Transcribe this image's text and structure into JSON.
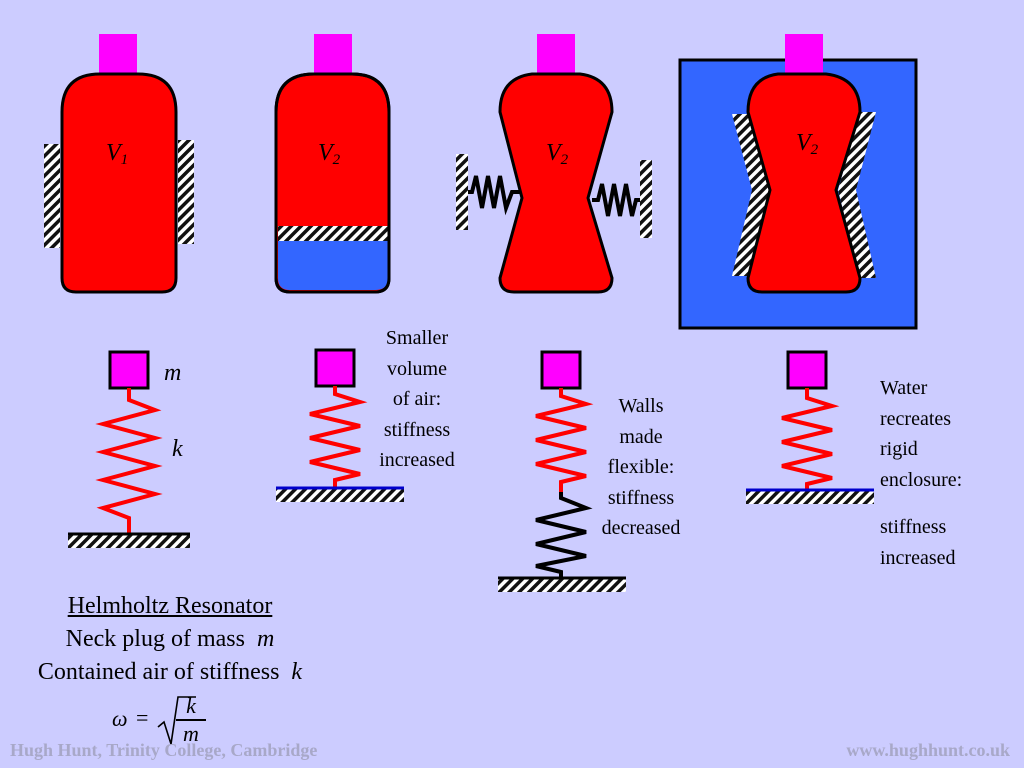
{
  "bottles": [
    {
      "label_main": "V",
      "label_sub": "1"
    },
    {
      "label_main": "V",
      "label_sub": "2"
    },
    {
      "label_main": "V",
      "label_sub": "2"
    },
    {
      "label_main": "V",
      "label_sub": "2"
    }
  ],
  "symbols": {
    "mass": "m",
    "stiffness": "k"
  },
  "captions": {
    "smaller_volume": [
      "Smaller",
      "volume",
      "of air:",
      "stiffness",
      "increased"
    ],
    "walls_flexible": [
      "Walls",
      "made",
      "flexible:",
      "stiffness",
      "decreased"
    ],
    "water_enclosure": [
      "Water",
      "recreates",
      "rigid",
      "enclosure:"
    ],
    "water_result": [
      "stiffness",
      "increased"
    ]
  },
  "summary": {
    "title": "Helmholtz Resonator",
    "line1_text": "Neck plug of mass",
    "line1_symbol": "m",
    "line2_text": "Contained air of stiffness",
    "line2_symbol": "k"
  },
  "formula": {
    "omega": "ω",
    "equals": "=",
    "numerator": "k",
    "denominator": "m"
  },
  "footer": {
    "left": "Hugh Hunt, Trinity College, Cambridge",
    "right": "www.hughhunt.co.uk"
  },
  "colors": {
    "background": "#ccccff",
    "bottle": "#ff0000",
    "neck": "#ff00ff",
    "water": "#3366ff",
    "spring_air": "#ff0000",
    "spring_wall": "#000000",
    "footer_text": "#a8a8c8"
  }
}
